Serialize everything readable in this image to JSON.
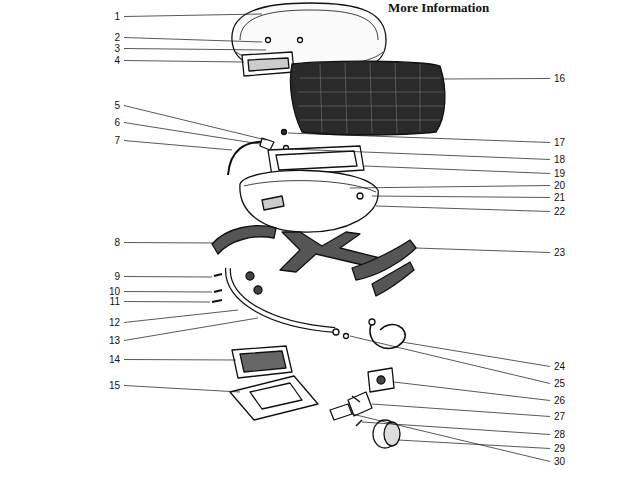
{
  "diagram": {
    "title": "More Information",
    "labels": [
      "1",
      "2",
      "3",
      "4",
      "5",
      "6",
      "7",
      "8",
      "9",
      "10",
      "11",
      "12",
      "13",
      "14",
      "15",
      "16",
      "17",
      "18",
      "19",
      "20",
      "21",
      "22",
      "23",
      "24",
      "25",
      "26",
      "27",
      "28",
      "29",
      "30"
    ]
  }
}
